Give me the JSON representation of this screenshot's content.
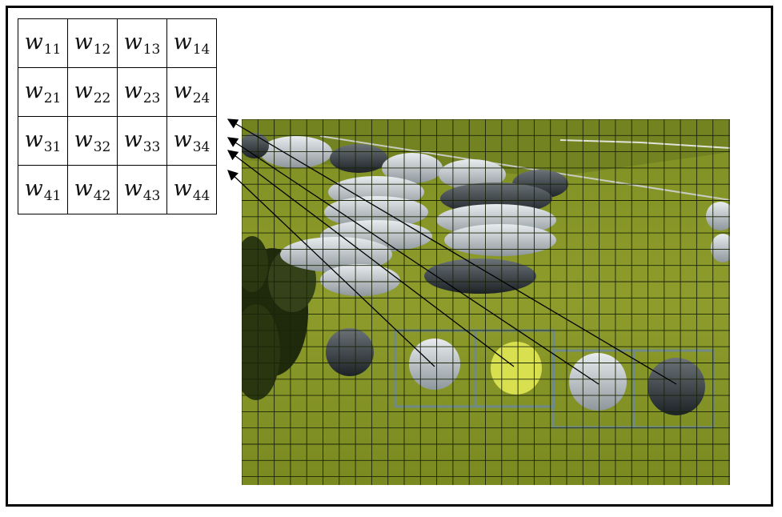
{
  "weights": {
    "symbol": "w",
    "rows": [
      [
        "11",
        "12",
        "13",
        "14"
      ],
      [
        "21",
        "22",
        "23",
        "24"
      ],
      [
        "31",
        "32",
        "33",
        "34"
      ],
      [
        "41",
        "42",
        "43",
        "44"
      ]
    ]
  },
  "photo": {
    "description_icon": "parking-lot-photo",
    "tint": "#8c9a2a",
    "grid_color": "#1a2408",
    "box_color": "#6f8a88"
  },
  "colors": {
    "border": "#000000",
    "arrow": "#000000"
  }
}
